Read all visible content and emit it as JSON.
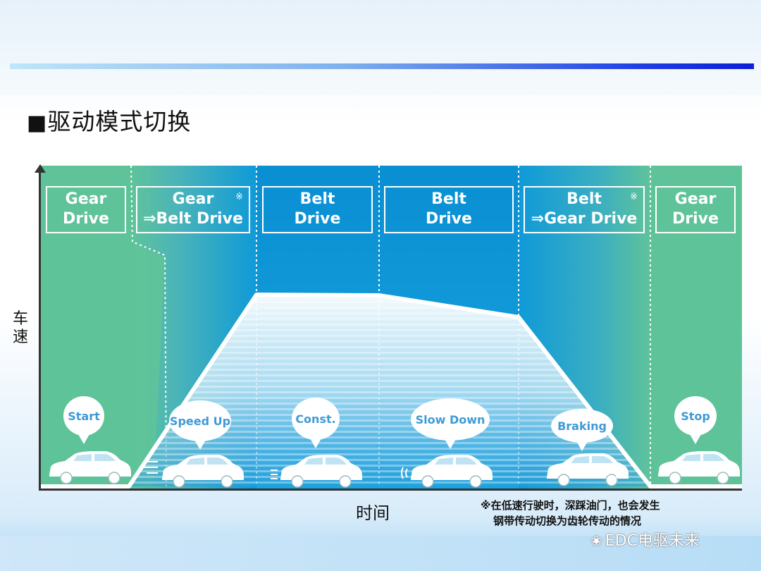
{
  "slide": {
    "title_marker": "■",
    "title": "驱动模式切换"
  },
  "axes": {
    "y_label": "车速",
    "x_label": "时间"
  },
  "phases": [
    {
      "mode_line1": "Gear",
      "mode_line2": "Drive",
      "state": "Start",
      "note_mark": ""
    },
    {
      "mode_line1": "Gear",
      "mode_line2": "⇒Belt Drive",
      "state": "Speed Up",
      "note_mark": "※"
    },
    {
      "mode_line1": "Belt",
      "mode_line2": "Drive",
      "state": "Const.",
      "note_mark": ""
    },
    {
      "mode_line1": "Belt",
      "mode_line2": "Drive",
      "state": "Slow Down",
      "note_mark": ""
    },
    {
      "mode_line1": "Belt",
      "mode_line2": "⇒Gear Drive",
      "state": "Braking",
      "note_mark": "※"
    },
    {
      "mode_line1": "Gear",
      "mode_line2": "Drive",
      "state": "Stop",
      "note_mark": ""
    }
  ],
  "note": {
    "line1": "※在低速行驶时，深踩油门，也会发生",
    "line2": "钢带传动切换为齿轮传动的情况"
  },
  "watermark": {
    "icon": "wechat-icon",
    "text": "EDC电驱未来"
  },
  "colors": {
    "gear_drive": "#5fc39a",
    "belt_drive": "#0f9ad8",
    "speed_fill": "#ffffff",
    "title_rule": "#1f3ee3"
  }
}
